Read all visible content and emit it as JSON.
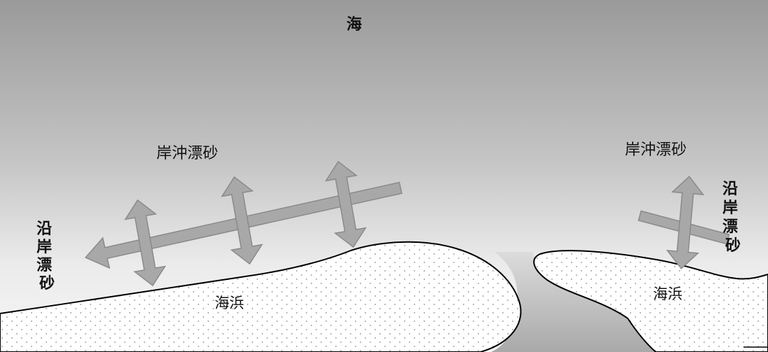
{
  "labels": {
    "sea": "海",
    "cross_shore_left": "岸沖漂砂",
    "cross_shore_right": "岸沖漂砂",
    "longshore_left": "沿岸漂砂",
    "longshore_right": "沿岸漂砂",
    "beach_left": "海浜",
    "beach_right": "海浜"
  },
  "colors": {
    "sea_dark": "#9a9a9a",
    "sea_light": "#f4f4f4",
    "arrow_fill": "#a8a8a8",
    "arrow_stroke": "#8a8a8a",
    "shore_line": "#000000",
    "beach_dot": "#8c8c8c",
    "river": "#b4b4b4"
  }
}
